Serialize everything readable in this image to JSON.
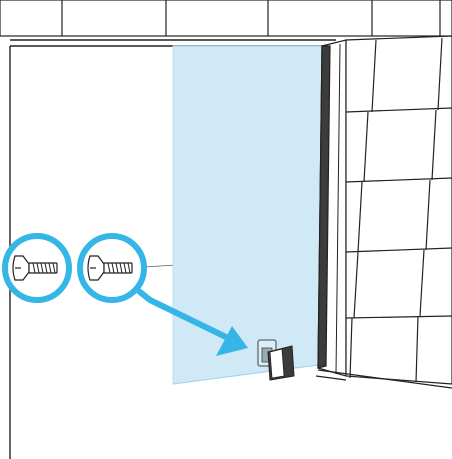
{
  "illustration": {
    "kind": "installation-step",
    "parts": [
      "tiled-ceiling",
      "wall-niche",
      "glass-panel",
      "tiled-wall",
      "floor-bracket",
      "screw",
      "screw",
      "callout-arrow"
    ]
  },
  "colors": {
    "line": "#222222",
    "glass": "#cfe9f7",
    "glass_edge": "#9fd0ec",
    "callout": "#35b6e6",
    "bracket": "#3b3b3b",
    "screw_body": "#ffffff"
  },
  "callouts": {
    "screw_count": 2,
    "icon_names": [
      "screw-icon",
      "screw-icon",
      "arrow-icon"
    ]
  }
}
